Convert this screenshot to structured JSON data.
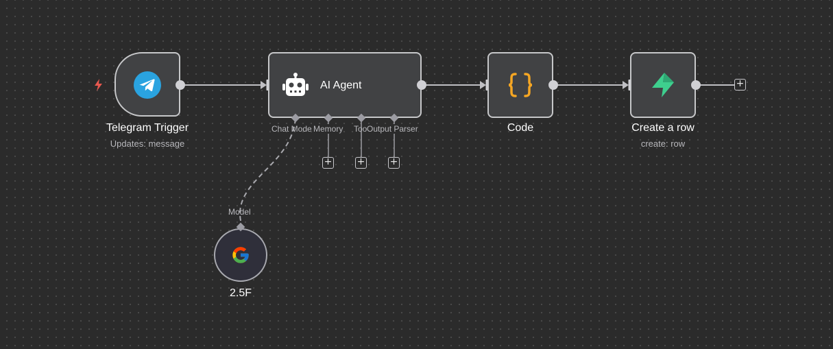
{
  "canvas": {
    "nodes": {
      "telegram_trigger": {
        "title": "Telegram Trigger",
        "subtitle": "Updates: message",
        "icon": "telegram-icon",
        "trigger_icon": "lightning-bolt-icon"
      },
      "ai_agent": {
        "title": "AI Agent",
        "icon": "robot-icon",
        "handles": [
          "Chat Mode",
          "Memory",
          "Too",
          "Output Parser"
        ]
      },
      "code": {
        "title": "Code",
        "icon": "curly-braces-icon"
      },
      "create_row": {
        "title": "Create a row",
        "subtitle": "create: row",
        "icon": "supabase-icon"
      },
      "model": {
        "title": "2.5F",
        "handle_label": "Model",
        "icon": "google-icon"
      }
    },
    "add_button_label": "+"
  },
  "colors": {
    "background": "#2b2b2b",
    "node_fill": "#414244",
    "node_border": "#c7c8ca",
    "edge": "#c0c0c4",
    "trigger_bolt": "#e8584f",
    "telegram_blue": "#2aa3e0",
    "code_orange": "#f5a623",
    "supabase_green": "#3ecf8e"
  }
}
